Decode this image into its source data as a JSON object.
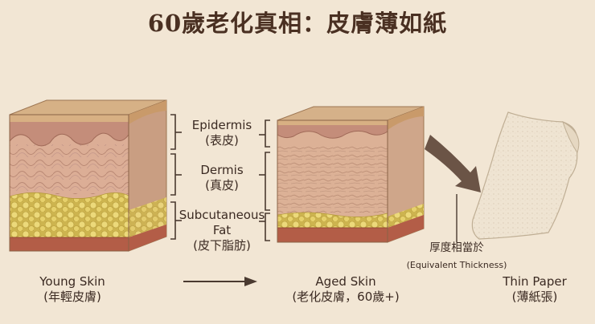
{
  "title": "60歲老化真相：皮膚薄如紙",
  "layers": {
    "epidermis_en": "Epidermis",
    "epidermis_zh": "(表皮)",
    "dermis_en": "Dermis",
    "dermis_zh": "(真皮)",
    "subq_en_1": "Subcutaneous",
    "subq_en_2": "Fat",
    "subq_zh": "(皮下脂肪)"
  },
  "young": {
    "en": "Young Skin",
    "zh": "(年輕皮膚)"
  },
  "aged": {
    "en": "Aged Skin",
    "zh": "(老化皮膚，60歲+)"
  },
  "paper": {
    "en": "Thin Paper",
    "zh": "(薄紙張)"
  },
  "equivalent": {
    "zh": "厚度相當於",
    "en": "(Equivalent Thickness)"
  },
  "colors": {
    "background": "#f2e6d4",
    "title": "#4a3022",
    "dermis": "#d9a98c",
    "fat": "#e3cf6a",
    "epidermis": "#c99a6a"
  }
}
